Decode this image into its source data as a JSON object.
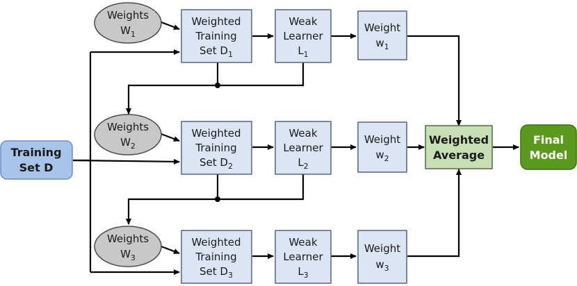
{
  "colors": {
    "box_fill": "#dbe6f5",
    "box_stroke": "#55657f",
    "ellipse_fill": "#c8c8c8",
    "ellipse_stroke": "#4a4a4a",
    "training_fill": "#a9c4ea",
    "training_stroke": "#6a8cc0",
    "average_fill": "#c7e0b3",
    "average_stroke": "#4f6b3d",
    "final_fill": "#5a9a1c",
    "final_stroke": "#3e6e12",
    "line": "#000000"
  },
  "training_set": {
    "line1": "Training",
    "line2": "Set D"
  },
  "weighted_average": {
    "line1": "Weighted",
    "line2": "Average"
  },
  "final_model": {
    "line1": "Final",
    "line2": "Model"
  },
  "rows": [
    {
      "weights": {
        "line1": "Weights",
        "main": "W",
        "sub": "1"
      },
      "training": {
        "line1": "Weighted",
        "line2": "Training",
        "main": "Set D",
        "sub": "1"
      },
      "learner": {
        "line1": "Weak",
        "line2": "Learner",
        "main": "L",
        "sub": "1"
      },
      "weight": {
        "line1": "Weight",
        "main": "w",
        "sub": "1"
      }
    },
    {
      "weights": {
        "line1": "Weights",
        "main": "W",
        "sub": "2"
      },
      "training": {
        "line1": "Weighted",
        "line2": "Training",
        "main": "Set D",
        "sub": "2"
      },
      "learner": {
        "line1": "Weak",
        "line2": "Learner",
        "main": "L",
        "sub": "2"
      },
      "weight": {
        "line1": "Weight",
        "main": "w",
        "sub": "2"
      }
    },
    {
      "weights": {
        "line1": "Weights",
        "main": "W",
        "sub": "3"
      },
      "training": {
        "line1": "Weighted",
        "line2": "Training",
        "main": "Set D",
        "sub": "3"
      },
      "learner": {
        "line1": "Weak",
        "line2": "Learner",
        "main": "L",
        "sub": "3"
      },
      "weight": {
        "line1": "Weight",
        "main": "w",
        "sub": "3"
      }
    }
  ]
}
